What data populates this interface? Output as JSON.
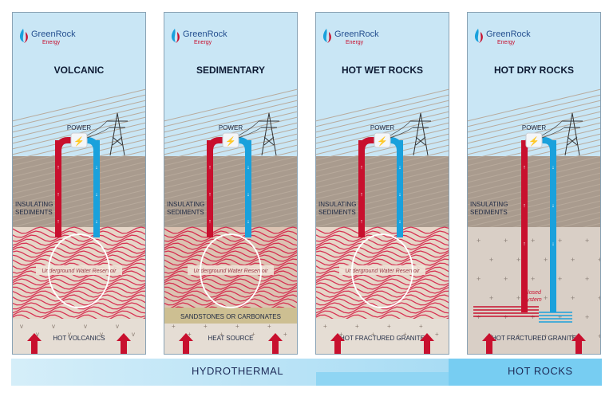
{
  "brand": {
    "name": "GreenRock",
    "sub": "Energy"
  },
  "panels": [
    {
      "title": "VOLCANIC",
      "power": "POWER",
      "insulating": [
        "INSULATING",
        "SEDIMENTS"
      ],
      "reservoir": "Underground Water Reservoir",
      "layer": "",
      "source": "HOT VOLCANICS",
      "scenario": "volcanic"
    },
    {
      "title": "SEDIMENTARY",
      "power": "POWER",
      "insulating": [
        "INSULATING",
        "SEDIMENTS"
      ],
      "reservoir": "Underground Water Reservoir",
      "layer": "SANDSTONES OR CARBONATES",
      "source": "HEAT SOURCE",
      "scenario": "sedimentary"
    },
    {
      "title": "HOT WET ROCKS",
      "power": "POWER",
      "insulating": [
        "INSULATING",
        "SEDIMENTS"
      ],
      "reservoir": "Underground Water Reservoir",
      "layer": "",
      "source": "HOT FRACTURED GRANITE",
      "scenario": "wet"
    },
    {
      "title": "HOT DRY ROCKS",
      "power": "POWER",
      "insulating": [
        "INSULATING",
        "SEDIMENTS"
      ],
      "reservoir": "",
      "closed": [
        "Closed",
        "System"
      ],
      "layer": "",
      "source": "HOT FRACTURED GRANITE",
      "scenario": "dry"
    }
  ],
  "bands": {
    "hydrothermal": "HYDROTHERMAL",
    "hot_rocks": "HOT ROCKS"
  },
  "colors": {
    "sky": "#c9e6f5",
    "sediment": "#a99b8e",
    "reservoir_bg": "#e6d6c8",
    "heat_line": "#d3163f",
    "hot_pipe": "#c8102e",
    "cold_pipe": "#1aa1dc",
    "sandstone": "#cdbf92",
    "granite": "#d9cfc6",
    "text": "#1f2a44"
  }
}
